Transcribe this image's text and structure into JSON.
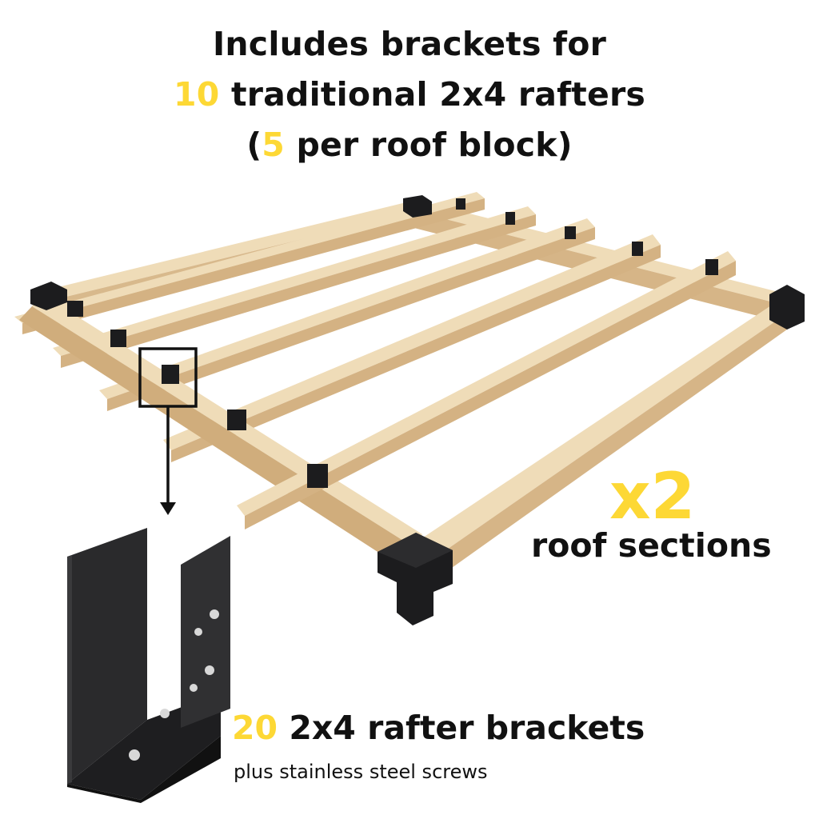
{
  "headline": {
    "line1": "Includes brackets for",
    "line2_number": "10",
    "line2_text": " traditional 2x4 rafters",
    "line3_open": "(",
    "line3_number": "5",
    "line3_text": " per roof block)"
  },
  "multiplier": "x2",
  "multiplier_label": "roof sections",
  "bracket_count": "20",
  "bracket_label": " 2x4 rafter brackets",
  "bracket_subtext": "plus stainless steel screws",
  "colors": {
    "accent": "#fdd835",
    "wood": "#e2c79c",
    "wood_dark": "#c9a87a",
    "bracket": "#1c1c1e",
    "text": "#111111"
  },
  "icons": [
    "arrow-down-icon",
    "rafter-bracket-illustration"
  ]
}
